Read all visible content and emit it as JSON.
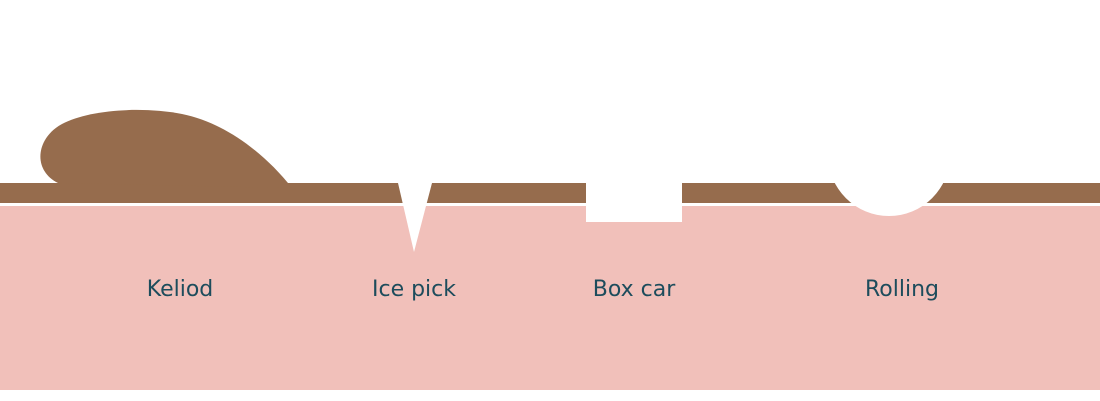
{
  "scar_types": [
    {
      "label": "Keliod"
    },
    {
      "label": "Ice pick"
    },
    {
      "label": "Box car"
    },
    {
      "label": "Rolling"
    }
  ],
  "colors": {
    "skin_surface": "#966c4d",
    "skin_dermis": "#f1c0ba",
    "background": "#ffffff",
    "label_text": "#1d4c5c"
  }
}
